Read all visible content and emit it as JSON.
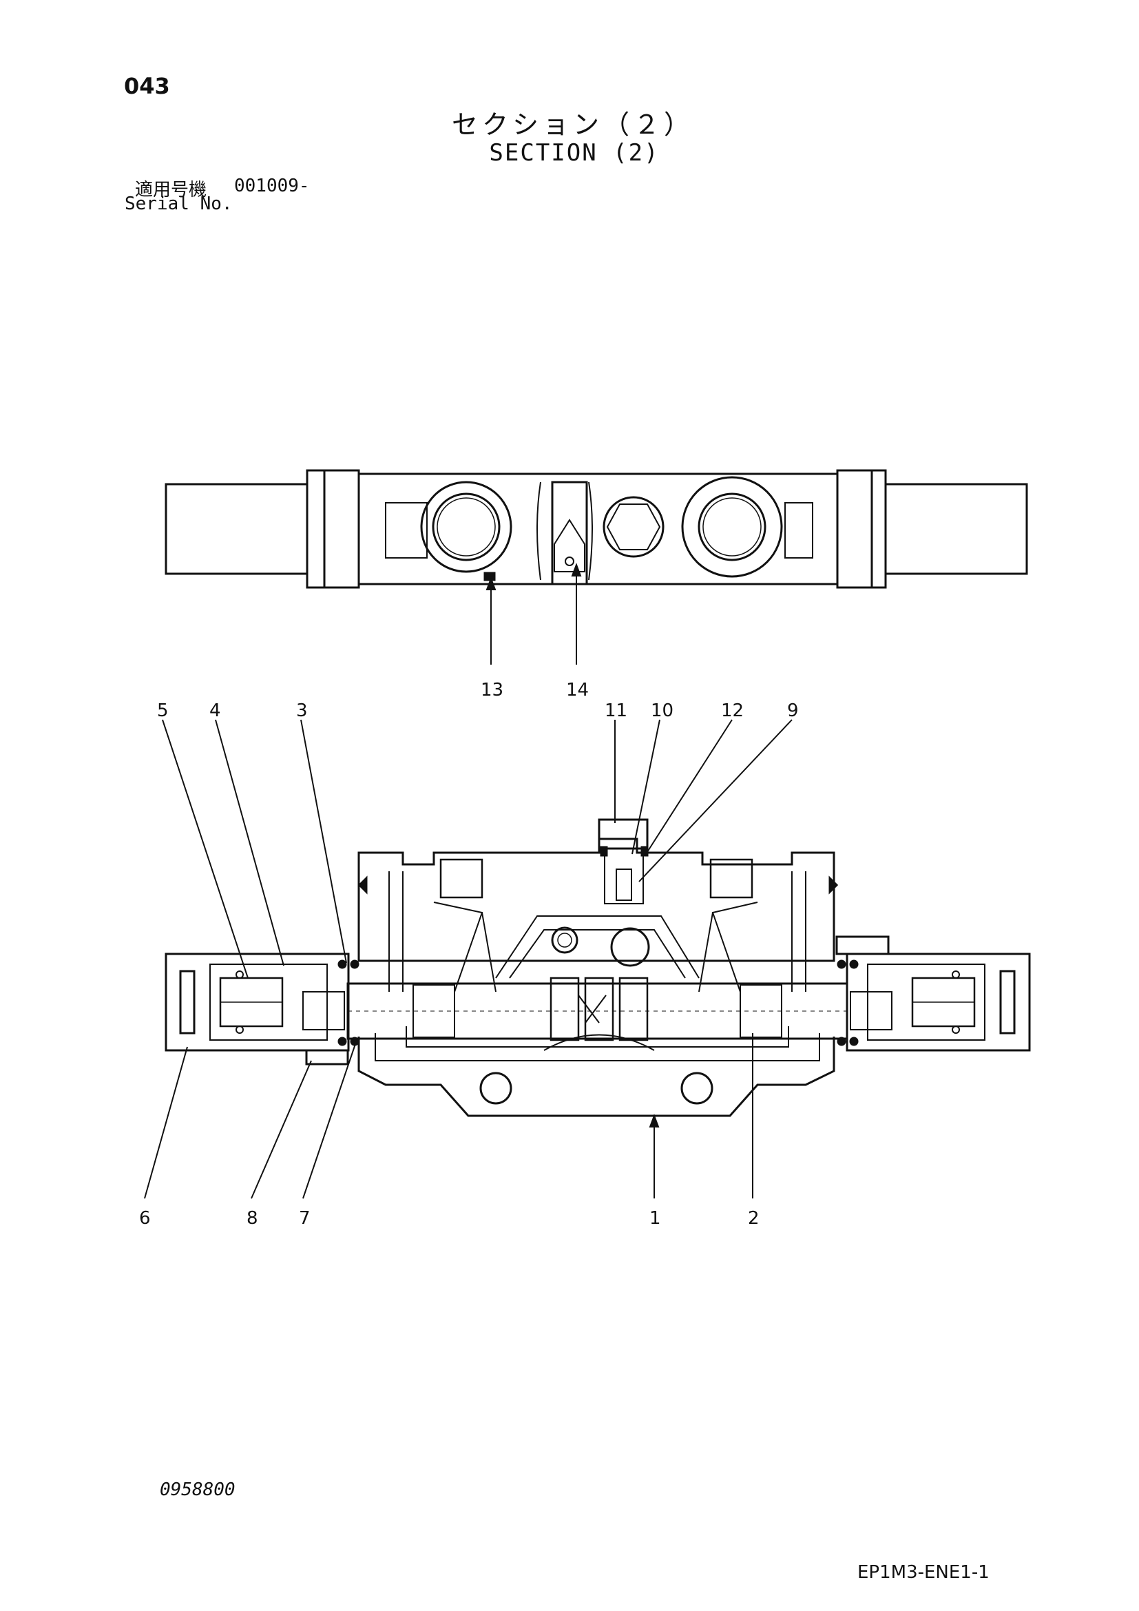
{
  "page": {
    "number": "043",
    "title_jp": "セクション（２）",
    "title_en": "SECTION (2)",
    "serial_label_jp": "適用号機",
    "serial_value": "001009-",
    "serial_label_en": "Serial No.",
    "figure_code": "0958800",
    "document_code": "EP1M3-ENE1-1"
  },
  "callouts": [
    "1",
    "2",
    "3",
    "4",
    "5",
    "6",
    "7",
    "8",
    "9",
    "10",
    "11",
    "12",
    "13",
    "14"
  ]
}
